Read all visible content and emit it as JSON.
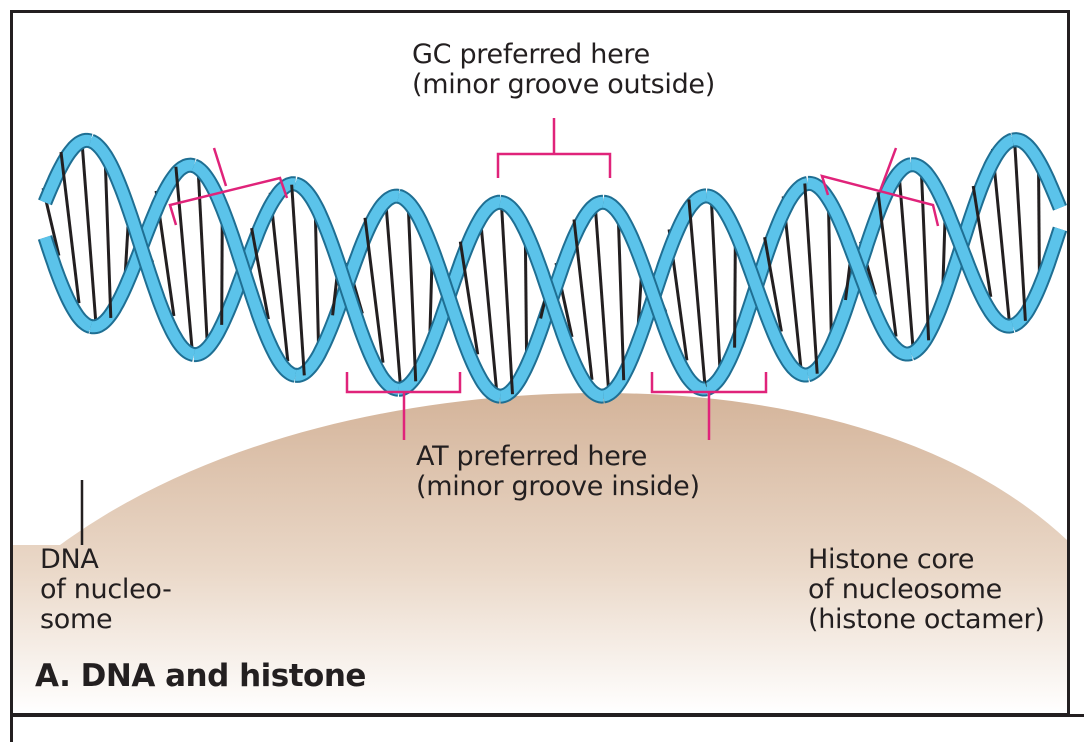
{
  "labels": {
    "gc_line1": "GC preferred here",
    "gc_line2": "(minor groove outside)",
    "at_line1": "AT preferred here",
    "at_line2": "(minor groove inside)",
    "dna_line1": "DNA",
    "dna_line2": "of nucleo-",
    "dna_line3": "some",
    "histone_line1": "Histone core",
    "histone_line2": "of nucleosome",
    "histone_line3": "(histone octamer)"
  },
  "panel_title": "A. DNA and histone",
  "colors": {
    "strand": "#5bc3ea",
    "strand_outline": "#1f6f93",
    "base_pair": "#231f20",
    "bracket": "#e0237a",
    "histone_top": "#d4b49a",
    "histone_bottom": "#ffffff",
    "frame": "#231f20"
  }
}
